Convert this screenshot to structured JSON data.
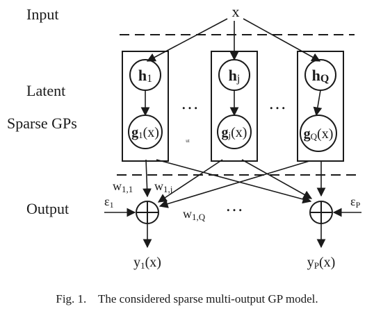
{
  "sections": {
    "input": "Input",
    "latent": "Latent",
    "sparse_gps": "Sparse GPs",
    "output": "Output"
  },
  "input_node": "x",
  "latents": [
    {
      "h_base": "h",
      "h_sub": "1",
      "g_base": "g",
      "g_sub": "1",
      "g_arg": "(x)"
    },
    {
      "h_base": "h",
      "h_sub": "j",
      "g_base": "g",
      "g_sub": "j",
      "g_arg": "(x)"
    },
    {
      "h_base": "h",
      "h_sub": "Q",
      "g_base": "g",
      "g_sub": "Q",
      "g_arg": "(x)"
    }
  ],
  "ellipsis": "…",
  "stray_mark": "ut",
  "weights": [
    {
      "base": "w",
      "sub": "1,1"
    },
    {
      "base": "w",
      "sub": "1,j"
    },
    {
      "base": "w",
      "sub": "1,Q"
    }
  ],
  "noise": [
    {
      "base": "ε",
      "sub": "1"
    },
    {
      "base": "ε",
      "sub": "P"
    }
  ],
  "outputs": [
    {
      "base": "y",
      "sub": "1",
      "arg": "(x)"
    },
    {
      "base": "y",
      "sub": "P",
      "arg": "(x)"
    }
  ],
  "caption": "Fig. 1.    The considered sparse multi-output GP model."
}
